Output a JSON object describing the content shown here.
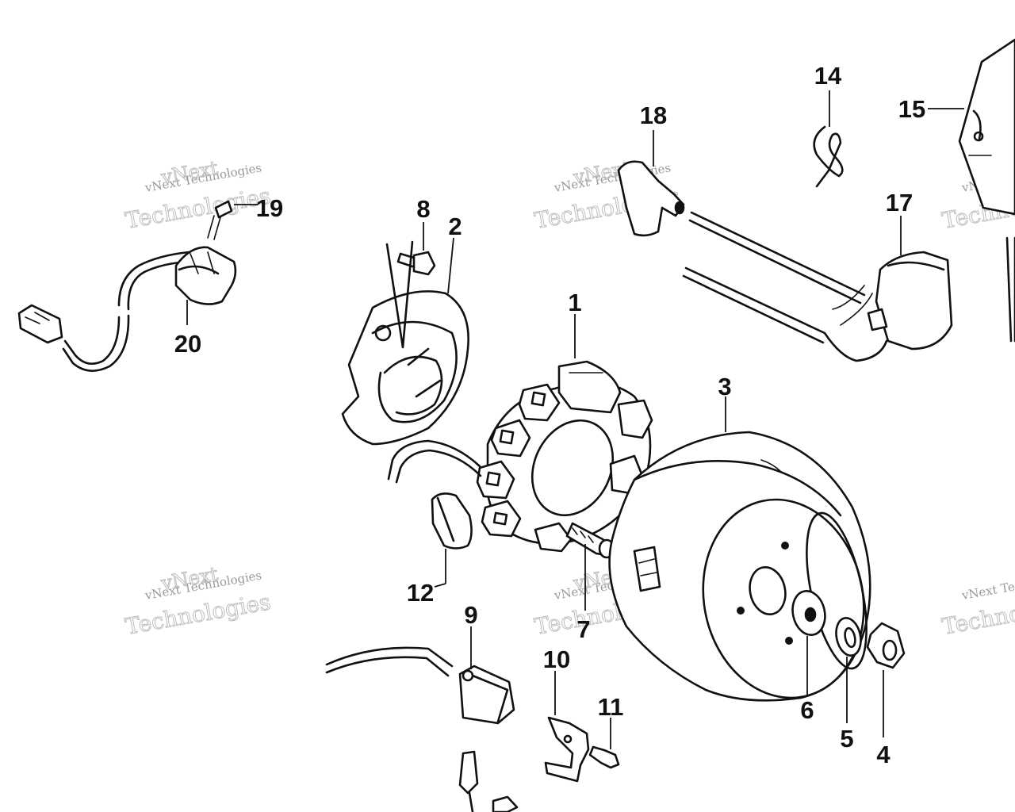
{
  "watermark": {
    "brand_line": "vNext Technologies",
    "outline_line1": "vNext",
    "outline_line2": "Technologies"
  },
  "callouts": [
    "1",
    "2",
    "3",
    "4",
    "5",
    "6",
    "7",
    "8",
    "9",
    "10",
    "11",
    "12",
    "14",
    "15",
    "17",
    "18",
    "19",
    "20"
  ]
}
